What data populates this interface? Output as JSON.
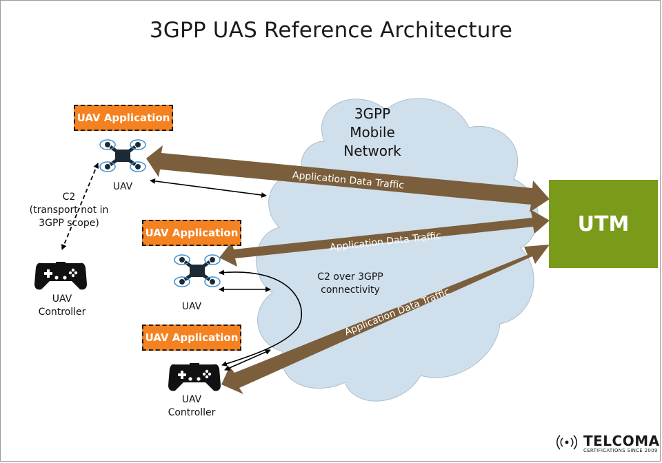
{
  "title": "3GPP UAS Reference Architecture",
  "cloud_label": [
    "3GPP",
    "Mobile",
    "Network"
  ],
  "utm": "UTM",
  "app_boxes": [
    "UAV Application",
    "UAV Application",
    "UAV Application"
  ],
  "uav_label": "UAV",
  "controller_label": [
    "UAV",
    "Controller"
  ],
  "c2_label": [
    "C2",
    "(transport not in",
    "3GPP scope)"
  ],
  "c2_3gpp_label": [
    "C2 over 3GPP",
    "connectivity"
  ],
  "traffic_label": "Application Data Traffic",
  "brand": {
    "name": "TELCOMA",
    "tagline": "CERTIFICATIONS SINCE 2009"
  },
  "colors": {
    "accent_orange": "#f58220",
    "utm_green": "#7a9a1a",
    "arrow_brown": "#7b5e3b",
    "cloud": "#cfdfec"
  }
}
